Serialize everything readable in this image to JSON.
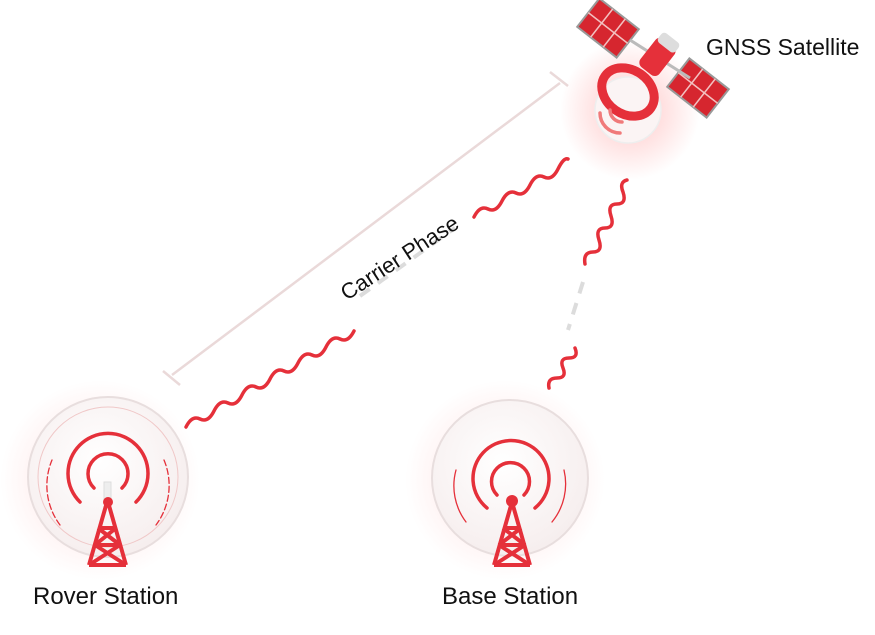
{
  "labels": {
    "satellite": "GNSS Satellite",
    "rover": "Rover Station",
    "base": "Base Station",
    "carrier_phase": "Carrier Phase"
  },
  "icons": [
    "satellite-icon",
    "rover-tower-icon",
    "base-tower-icon",
    "wave-signal-icon",
    "distance-bracket-icon"
  ],
  "colors": {
    "accent": "#e8323a",
    "text": "#111111",
    "bracket": "#e8d6d6",
    "dashed": "#dddddd"
  }
}
